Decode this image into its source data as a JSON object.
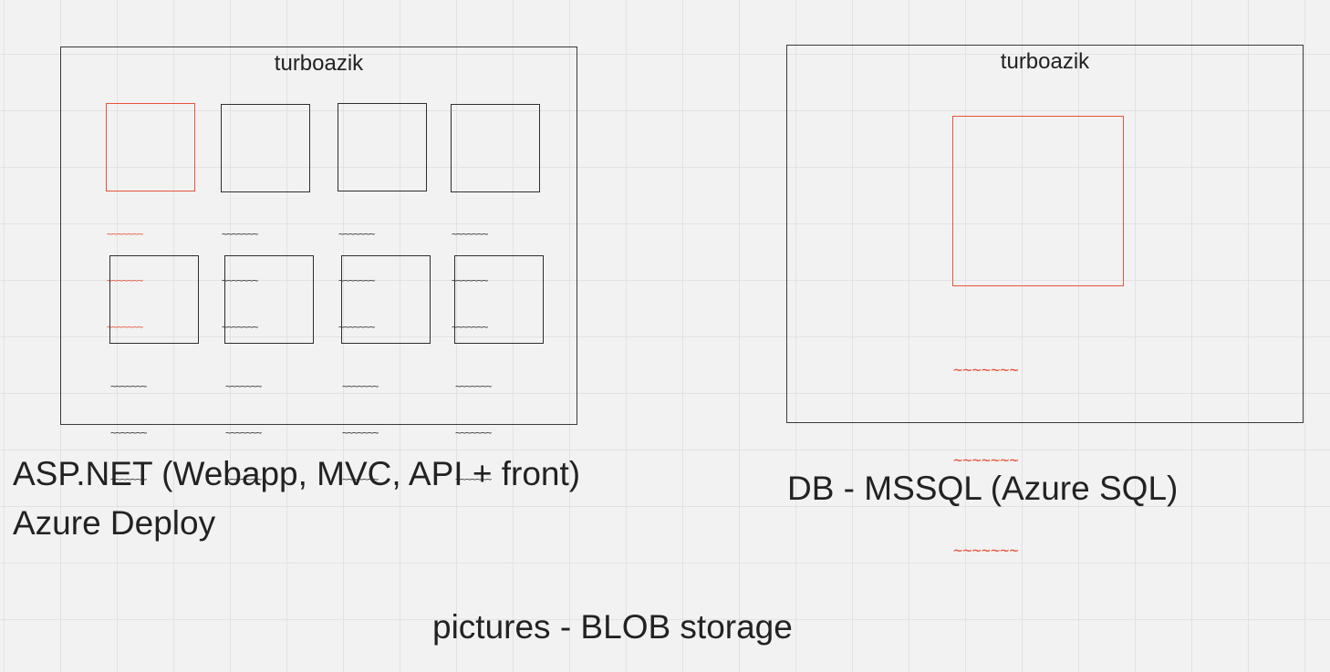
{
  "web_frame": {
    "title": "turboazik",
    "squiggle": "~~~~~~~"
  },
  "db_frame": {
    "title": "turboazik",
    "squiggle": "~~~~~~~"
  },
  "labels": {
    "web_line1": "ASP.NET (Webapp, MVC, API + front)",
    "web_line2": "Azure Deploy",
    "db": "DB - MSSQL (Azure SQL)",
    "storage": "pictures - BLOB storage"
  },
  "colors": {
    "accent": "#e8543a",
    "stroke": "#2e2e2e",
    "background": "#f2f2f2"
  }
}
